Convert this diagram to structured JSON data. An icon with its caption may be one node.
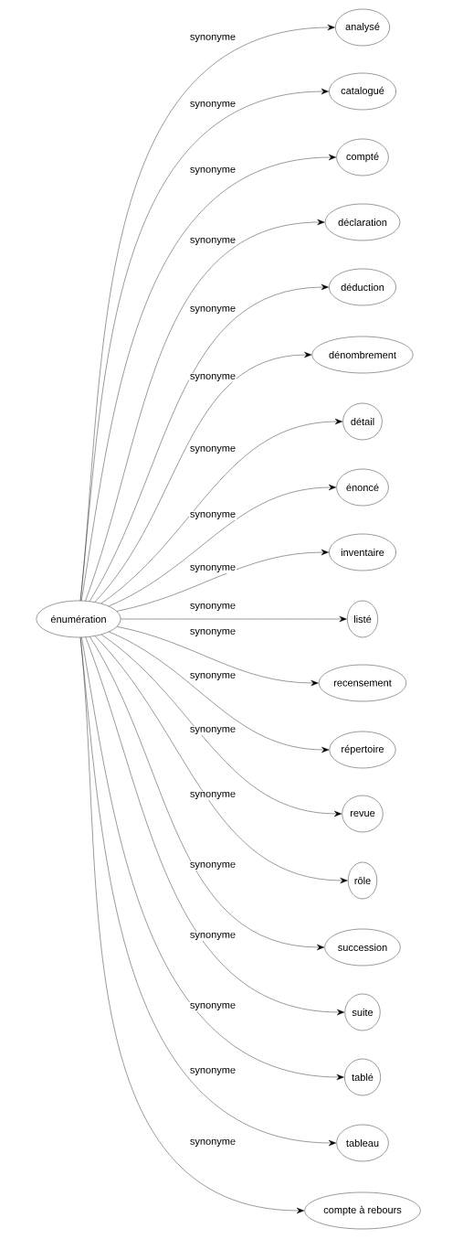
{
  "diagram": {
    "nodes": [
      {
        "text": [
          "énumération"
        ]
      },
      {
        "text": [
          "analysé"
        ]
      },
      {
        "text": [
          "catalogué"
        ]
      },
      {
        "text": [
          "compté"
        ]
      },
      {
        "text": [
          "déclaration"
        ]
      },
      {
        "text": [
          "déduction"
        ]
      },
      {
        "text": [
          "dénombrement"
        ]
      },
      {
        "text": [
          "détail"
        ]
      },
      {
        "text": [
          "énoncé"
        ]
      },
      {
        "text": [
          "inventaire"
        ]
      },
      {
        "text": [
          "listé"
        ]
      },
      {
        "text": [
          "recensement"
        ]
      },
      {
        "text": [
          "répertoire"
        ]
      },
      {
        "text": [
          "revue"
        ]
      },
      {
        "text": [
          "rôle"
        ]
      },
      {
        "text": [
          "succession"
        ]
      },
      {
        "text": [
          "suite"
        ]
      },
      {
        "text": [
          "tablé"
        ]
      },
      {
        "text": [
          "tableau"
        ]
      },
      {
        "text": [
          "compte à rebours"
        ]
      }
    ],
    "edges": [
      {
        "from": 0,
        "to": 1,
        "arrow": "to",
        "label": "synonyme"
      },
      {
        "from": 0,
        "to": 2,
        "arrow": "to",
        "label": "synonyme"
      },
      {
        "from": 0,
        "to": 3,
        "arrow": "to",
        "label": "synonyme"
      },
      {
        "from": 0,
        "to": 4,
        "arrow": "to",
        "label": "synonyme"
      },
      {
        "from": 0,
        "to": 5,
        "arrow": "to",
        "label": "synonyme"
      },
      {
        "from": 0,
        "to": 6,
        "arrow": "to",
        "label": "synonyme"
      },
      {
        "from": 0,
        "to": 7,
        "arrow": "to",
        "label": "synonyme"
      },
      {
        "from": 0,
        "to": 8,
        "arrow": "to",
        "label": "synonyme"
      },
      {
        "from": 0,
        "to": 9,
        "arrow": "to",
        "label": "synonyme"
      },
      {
        "from": 0,
        "to": 10,
        "arrow": "to",
        "label": "synonyme"
      },
      {
        "from": 0,
        "to": 11,
        "arrow": "to",
        "label": "synonyme"
      },
      {
        "from": 0,
        "to": 12,
        "arrow": "to",
        "label": "synonyme"
      },
      {
        "from": 0,
        "to": 13,
        "arrow": "to",
        "label": "synonyme"
      },
      {
        "from": 0,
        "to": 14,
        "arrow": "to",
        "label": "synonyme"
      },
      {
        "from": 0,
        "to": 15,
        "arrow": "to",
        "label": "synonyme"
      },
      {
        "from": 0,
        "to": 16,
        "arrow": "to",
        "label": "synonyme"
      },
      {
        "from": 0,
        "to": 17,
        "arrow": "to",
        "label": "synonyme"
      },
      {
        "from": 0,
        "to": 18,
        "arrow": "to",
        "label": "synonyme"
      },
      {
        "from": 0,
        "to": 19,
        "arrow": "to",
        "label": "synonyme"
      }
    ]
  }
}
